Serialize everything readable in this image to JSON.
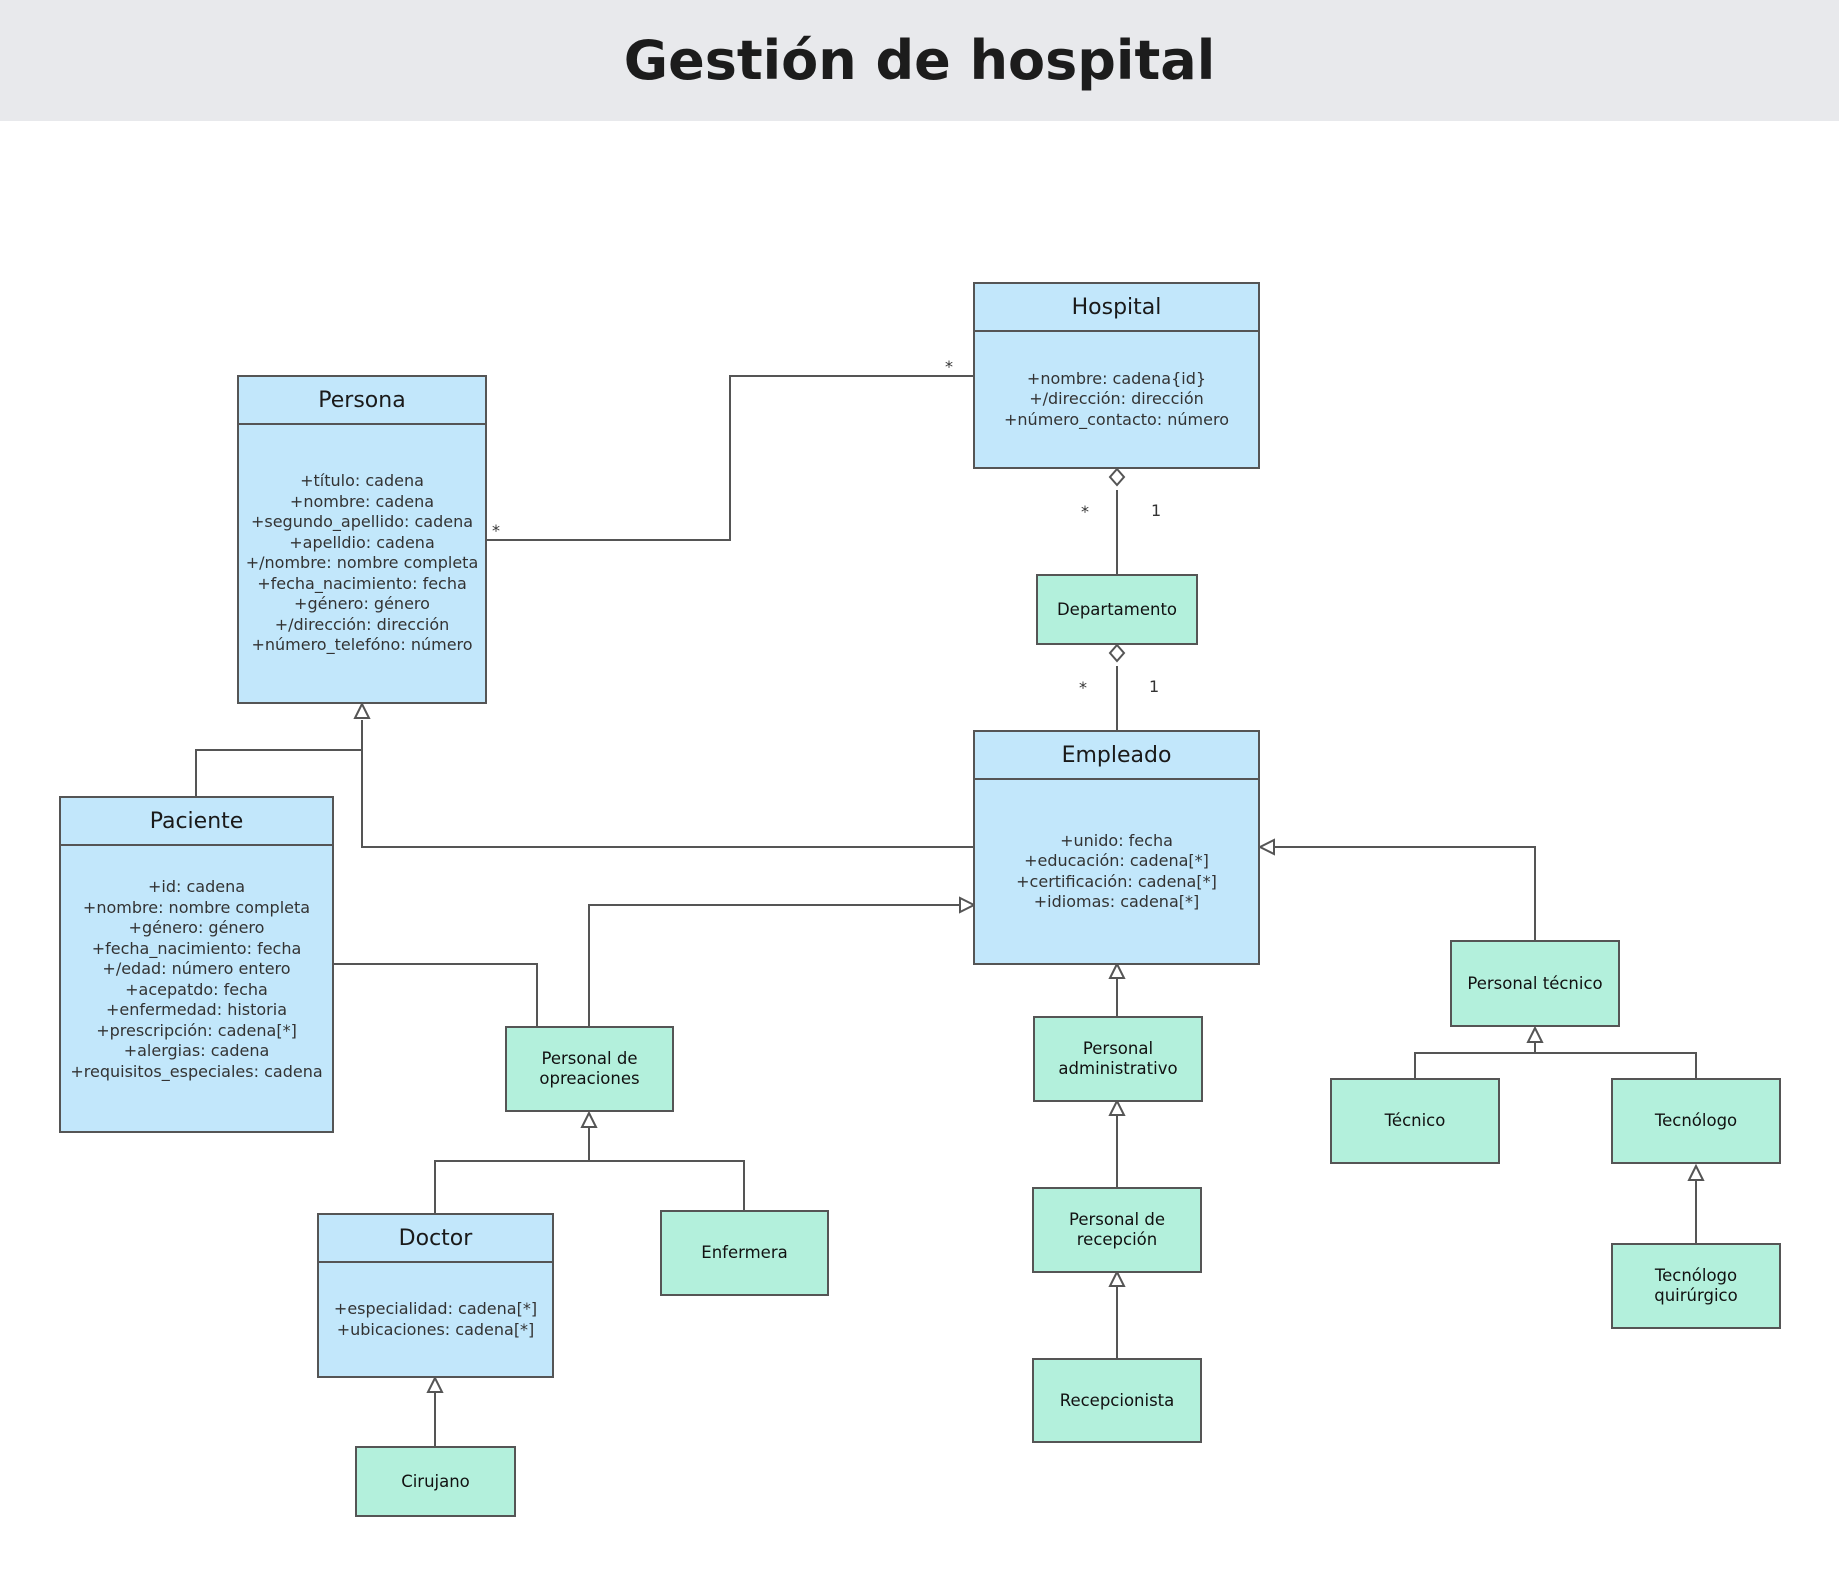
{
  "title": "Gestión de hospital",
  "colors": {
    "header_bg": "#e8e9ec",
    "class_fill": "#c2e7fb",
    "node_fill": "#b3f0dc",
    "line": "#555555"
  },
  "classes": {
    "hospital": {
      "name": "Hospital",
      "attributes": [
        "+nombre: cadena{id}",
        "+/dirección: dirección",
        "+número_contacto: número"
      ]
    },
    "persona": {
      "name": "Persona",
      "attributes": [
        "+título: cadena",
        "+nombre: cadena",
        "+segundo_apellido: cadena",
        "+apelldio: cadena",
        "+/nombre: nombre completa",
        "+fecha_nacimiento: fecha",
        "+género: género",
        "+/dirección: dirección",
        "+número_telefóno: número"
      ]
    },
    "empleado": {
      "name": "Empleado",
      "attributes": [
        "+unido: fecha",
        "+educación: cadena[*]",
        "+certificación: cadena[*]",
        "+idiomas: cadena[*]"
      ]
    },
    "paciente": {
      "name": "Paciente",
      "attributes": [
        "+id: cadena",
        "+nombre: nombre completa",
        "+género: género",
        "+fecha_nacimiento: fecha",
        "+/edad: número entero",
        "+acepatdo: fecha",
        "+enfermedad: historia",
        "+prescripción: cadena[*]",
        "+alergias: cadena",
        "+requisitos_especiales: cadena"
      ]
    },
    "doctor": {
      "name": "Doctor",
      "attributes": [
        "+especialidad: cadena[*]",
        "+ubicaciones: cadena[*]"
      ]
    }
  },
  "nodes": {
    "departamento": "Departamento",
    "personal_operaciones": "Personal de\nopreaciones",
    "personal_administrativo": "Personal\nadministrativo",
    "personal_recepcion": "Personal  de\nrecepción",
    "recepcionista": "Recepcionista",
    "personal_tecnico": "Personal técnico",
    "tecnico": "Técnico",
    "tecnologo": "Tecnólogo",
    "tecnologo_quirurgico": "Tecnólogo\nquirúrgico",
    "enfermera": "Enfermera",
    "cirujano": "Cirujano"
  },
  "multiplicities": {
    "hospital_persona_hospital_end": "*",
    "hospital_persona_persona_end": "*",
    "hospital_departamento_many": "*",
    "hospital_departamento_one": "1",
    "departamento_empleado_many": "*",
    "departamento_empleado_one": "1"
  }
}
